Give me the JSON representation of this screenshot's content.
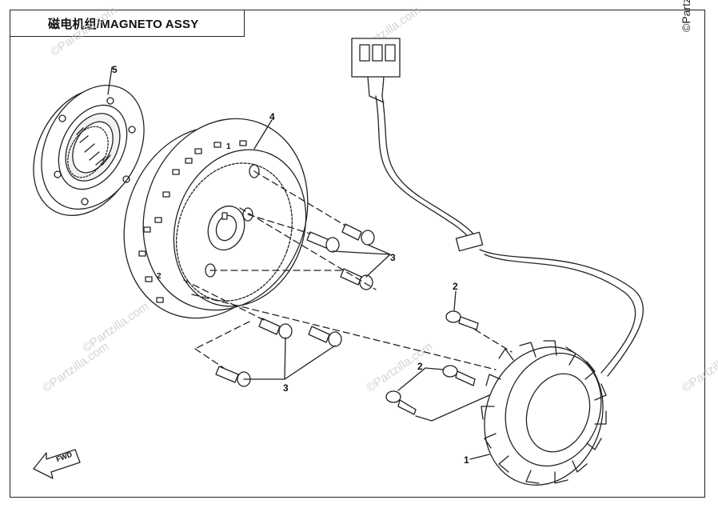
{
  "title": "磁电机组/MAGNETO ASSY",
  "copyright": "©Partzi",
  "watermark": "©Partzilla.com",
  "fwd_label": "FWD",
  "callouts": {
    "c1": "1",
    "c2a": "2",
    "c2b": "2",
    "c3a": "3",
    "c3b": "3",
    "c4": "4",
    "c5": "5"
  },
  "flywheel_marks": {
    "m1": "1",
    "m2": "2"
  }
}
